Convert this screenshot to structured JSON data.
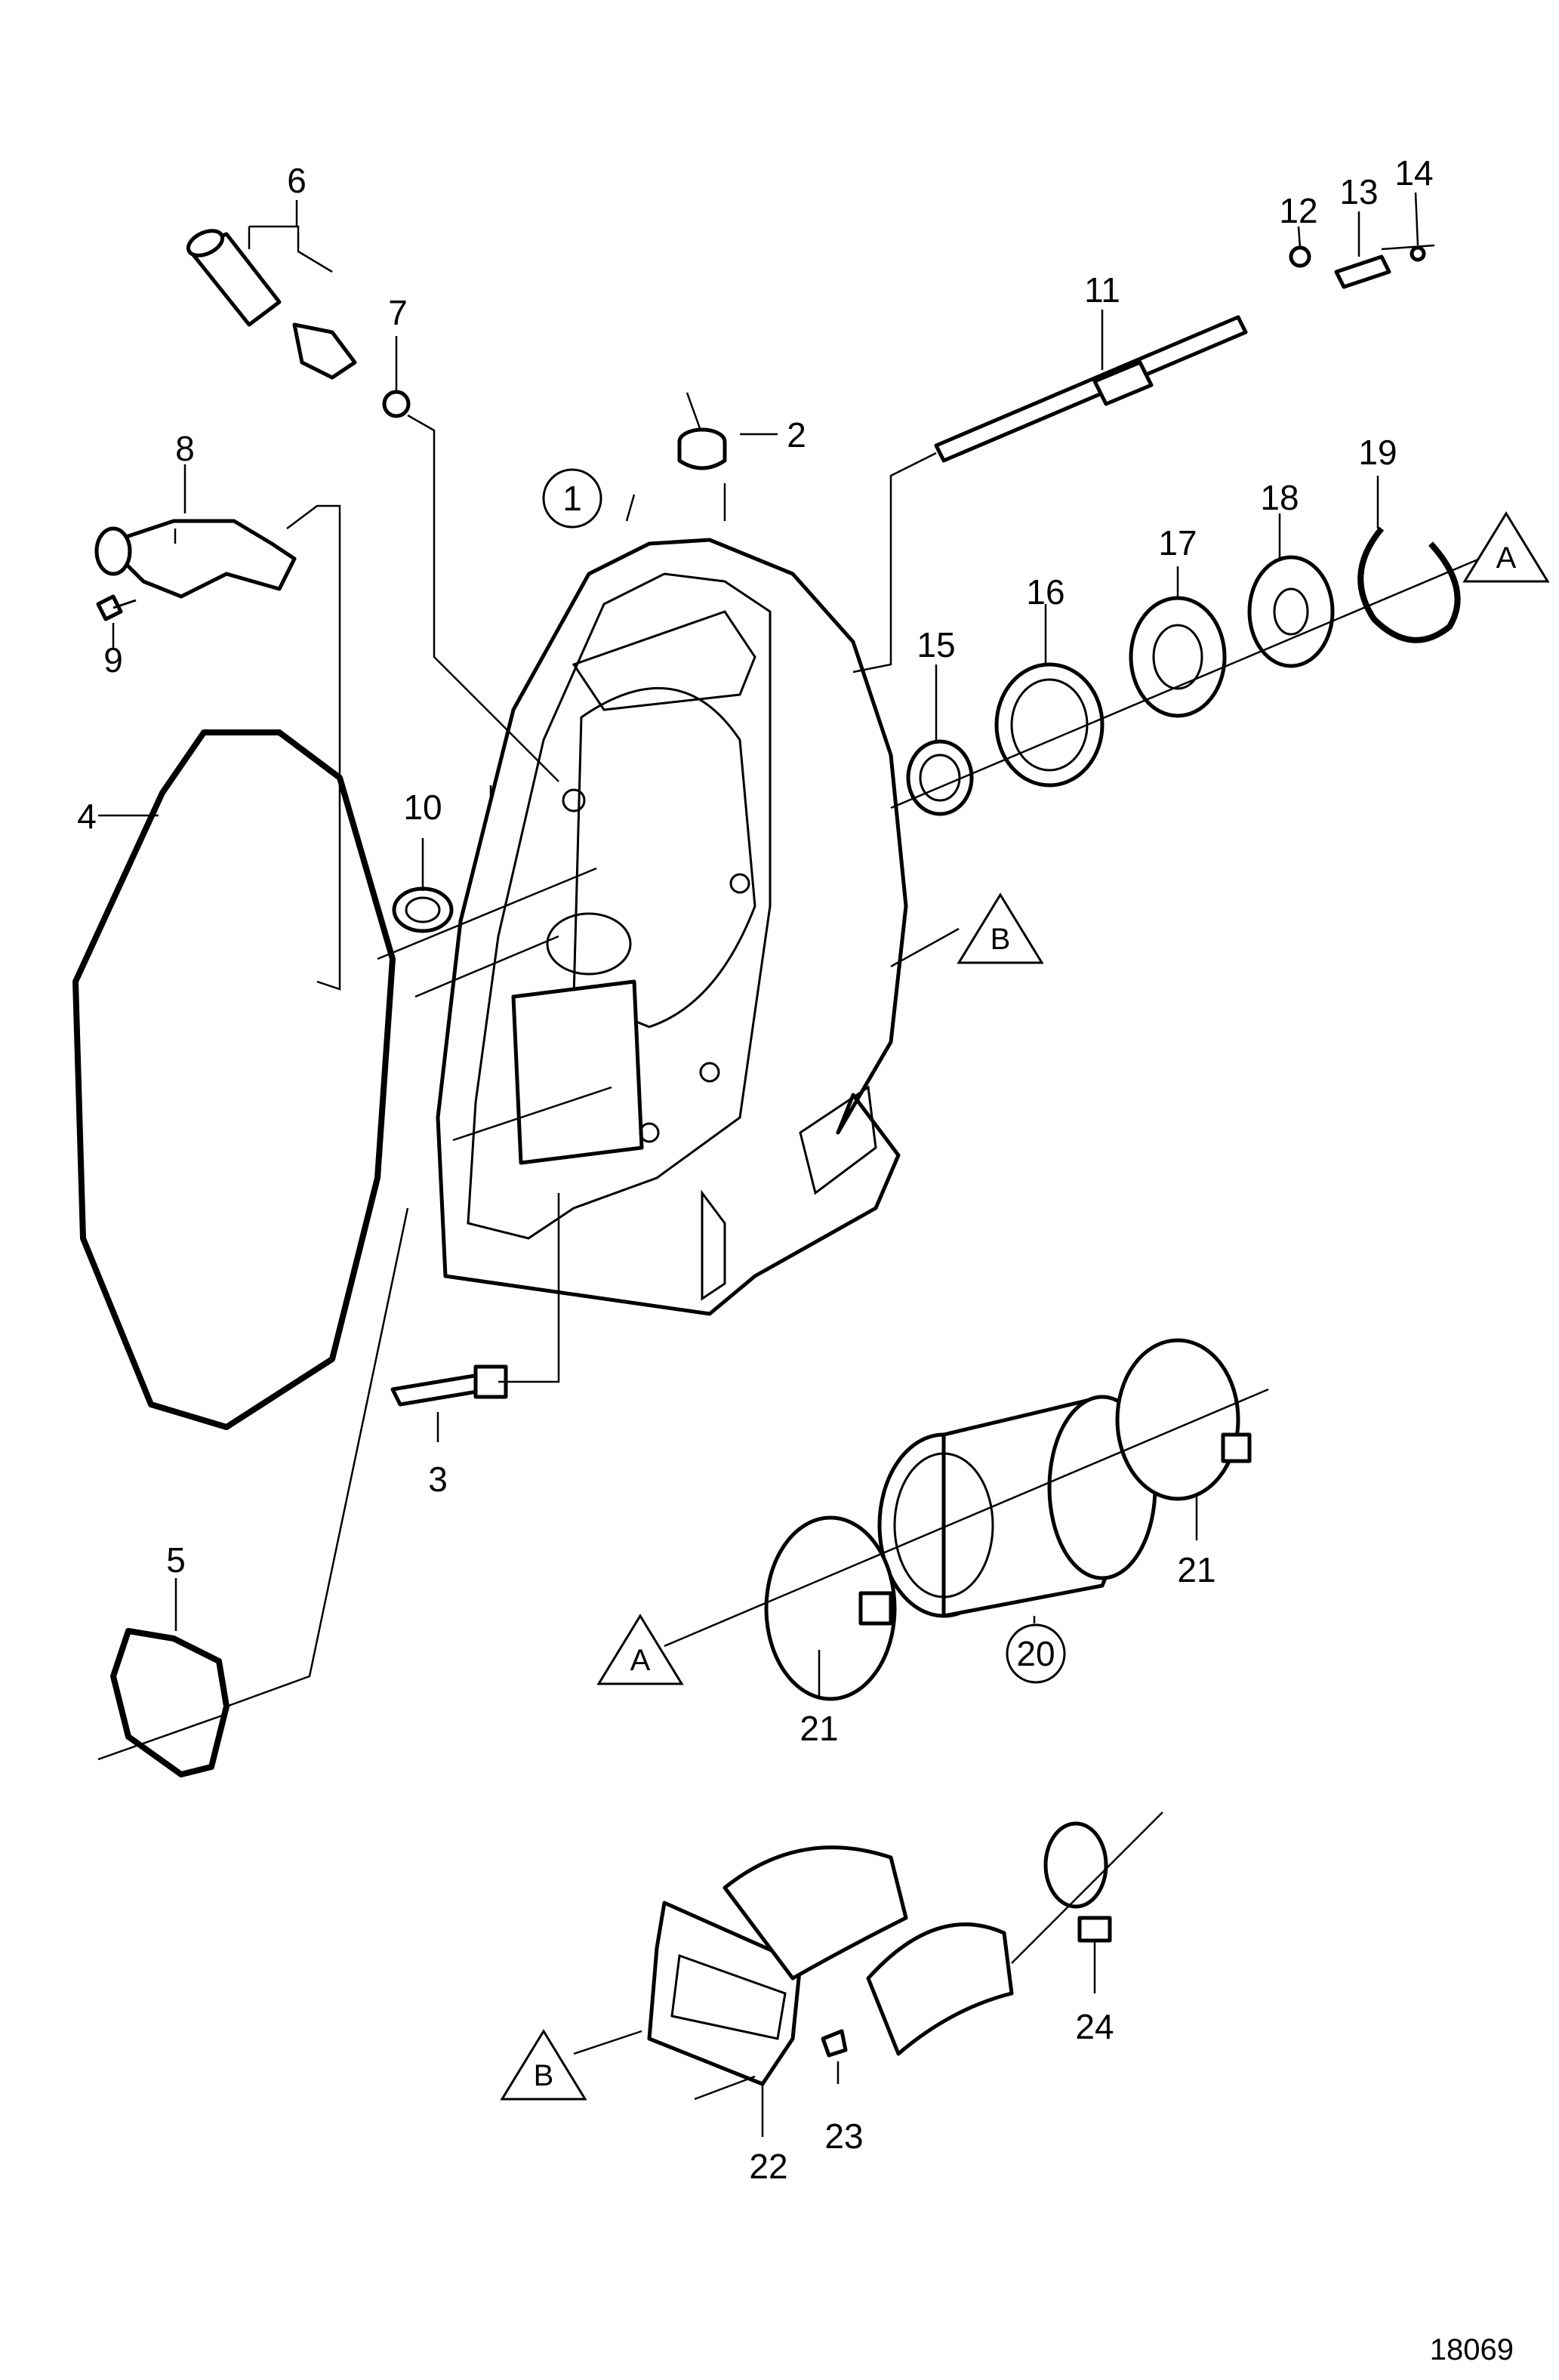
{
  "labels": {
    "p1": "1",
    "p2": "2",
    "p3": "3",
    "p4": "4",
    "p5": "5",
    "p6": "6",
    "p7": "7",
    "p8": "8",
    "p9": "9",
    "p10": "10",
    "p11": "11",
    "p12": "12",
    "p13": "13",
    "p14": "14",
    "p15": "15",
    "p16": "16",
    "p17": "17",
    "p18": "18",
    "p19": "19",
    "p20": "20",
    "p21a": "21",
    "p21b": "21",
    "p22": "22",
    "p23": "23",
    "p24": "24"
  },
  "refs": {
    "a_top": "A",
    "a_bottom": "A",
    "b_mid": "B",
    "b_bottom": "B"
  },
  "drawing_number": "18069"
}
